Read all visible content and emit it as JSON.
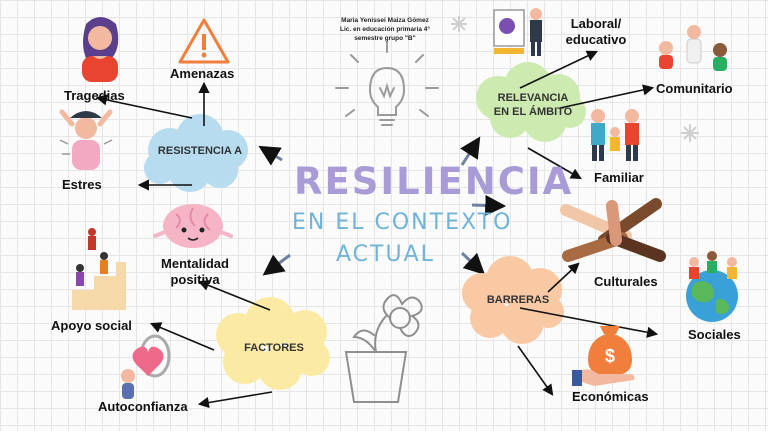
{
  "title": {
    "line1": "RESILIENCIA",
    "line2": "EN EL CONTEXTO",
    "line3": "ACTUAL"
  },
  "author": {
    "line1": "Maria Yenissei Maiza Gómez",
    "line2": "Lic. en educación primaria 4°",
    "line3": "semestre grupo \"B\""
  },
  "nodes": {
    "resistencia": "RESISTENCIA A",
    "relevancia_1": "RELEVANCIA",
    "relevancia_2": "EN EL ÁMBITO",
    "factores": "FACTORES",
    "barreras": "BARRERAS"
  },
  "labels": {
    "amenazas": "Amenazas",
    "tragedias": "Tragedias",
    "estres": "Estres",
    "laboral_1": "Laboral/",
    "laboral_2": "educativo",
    "comunitario": "Comunitario",
    "familiar": "Familiar",
    "mentalidad_1": "Mentalidad",
    "mentalidad_2": "positiva",
    "apoyo_social": "Apoyo social",
    "autoconfianza": "Autoconfianza",
    "culturales": "Culturales",
    "sociales": "Sociales",
    "economicas": "Económicas"
  },
  "colors": {
    "resistencia_cloud": "#b7dcef",
    "relevancia_cloud": "#cdeab0",
    "factores_cloud": "#fbeaa3",
    "barreras_cloud": "#f9c9a4",
    "title_purple": "#a89bd6",
    "title_blue": "#6fb4d8"
  },
  "icons": [
    "lightbulb-icon",
    "flower-pot-icon",
    "brain-icon",
    "warning-icon",
    "money-bag-icon",
    "globe-icon",
    "hands-stack-icon",
    "sparkle-icon"
  ]
}
